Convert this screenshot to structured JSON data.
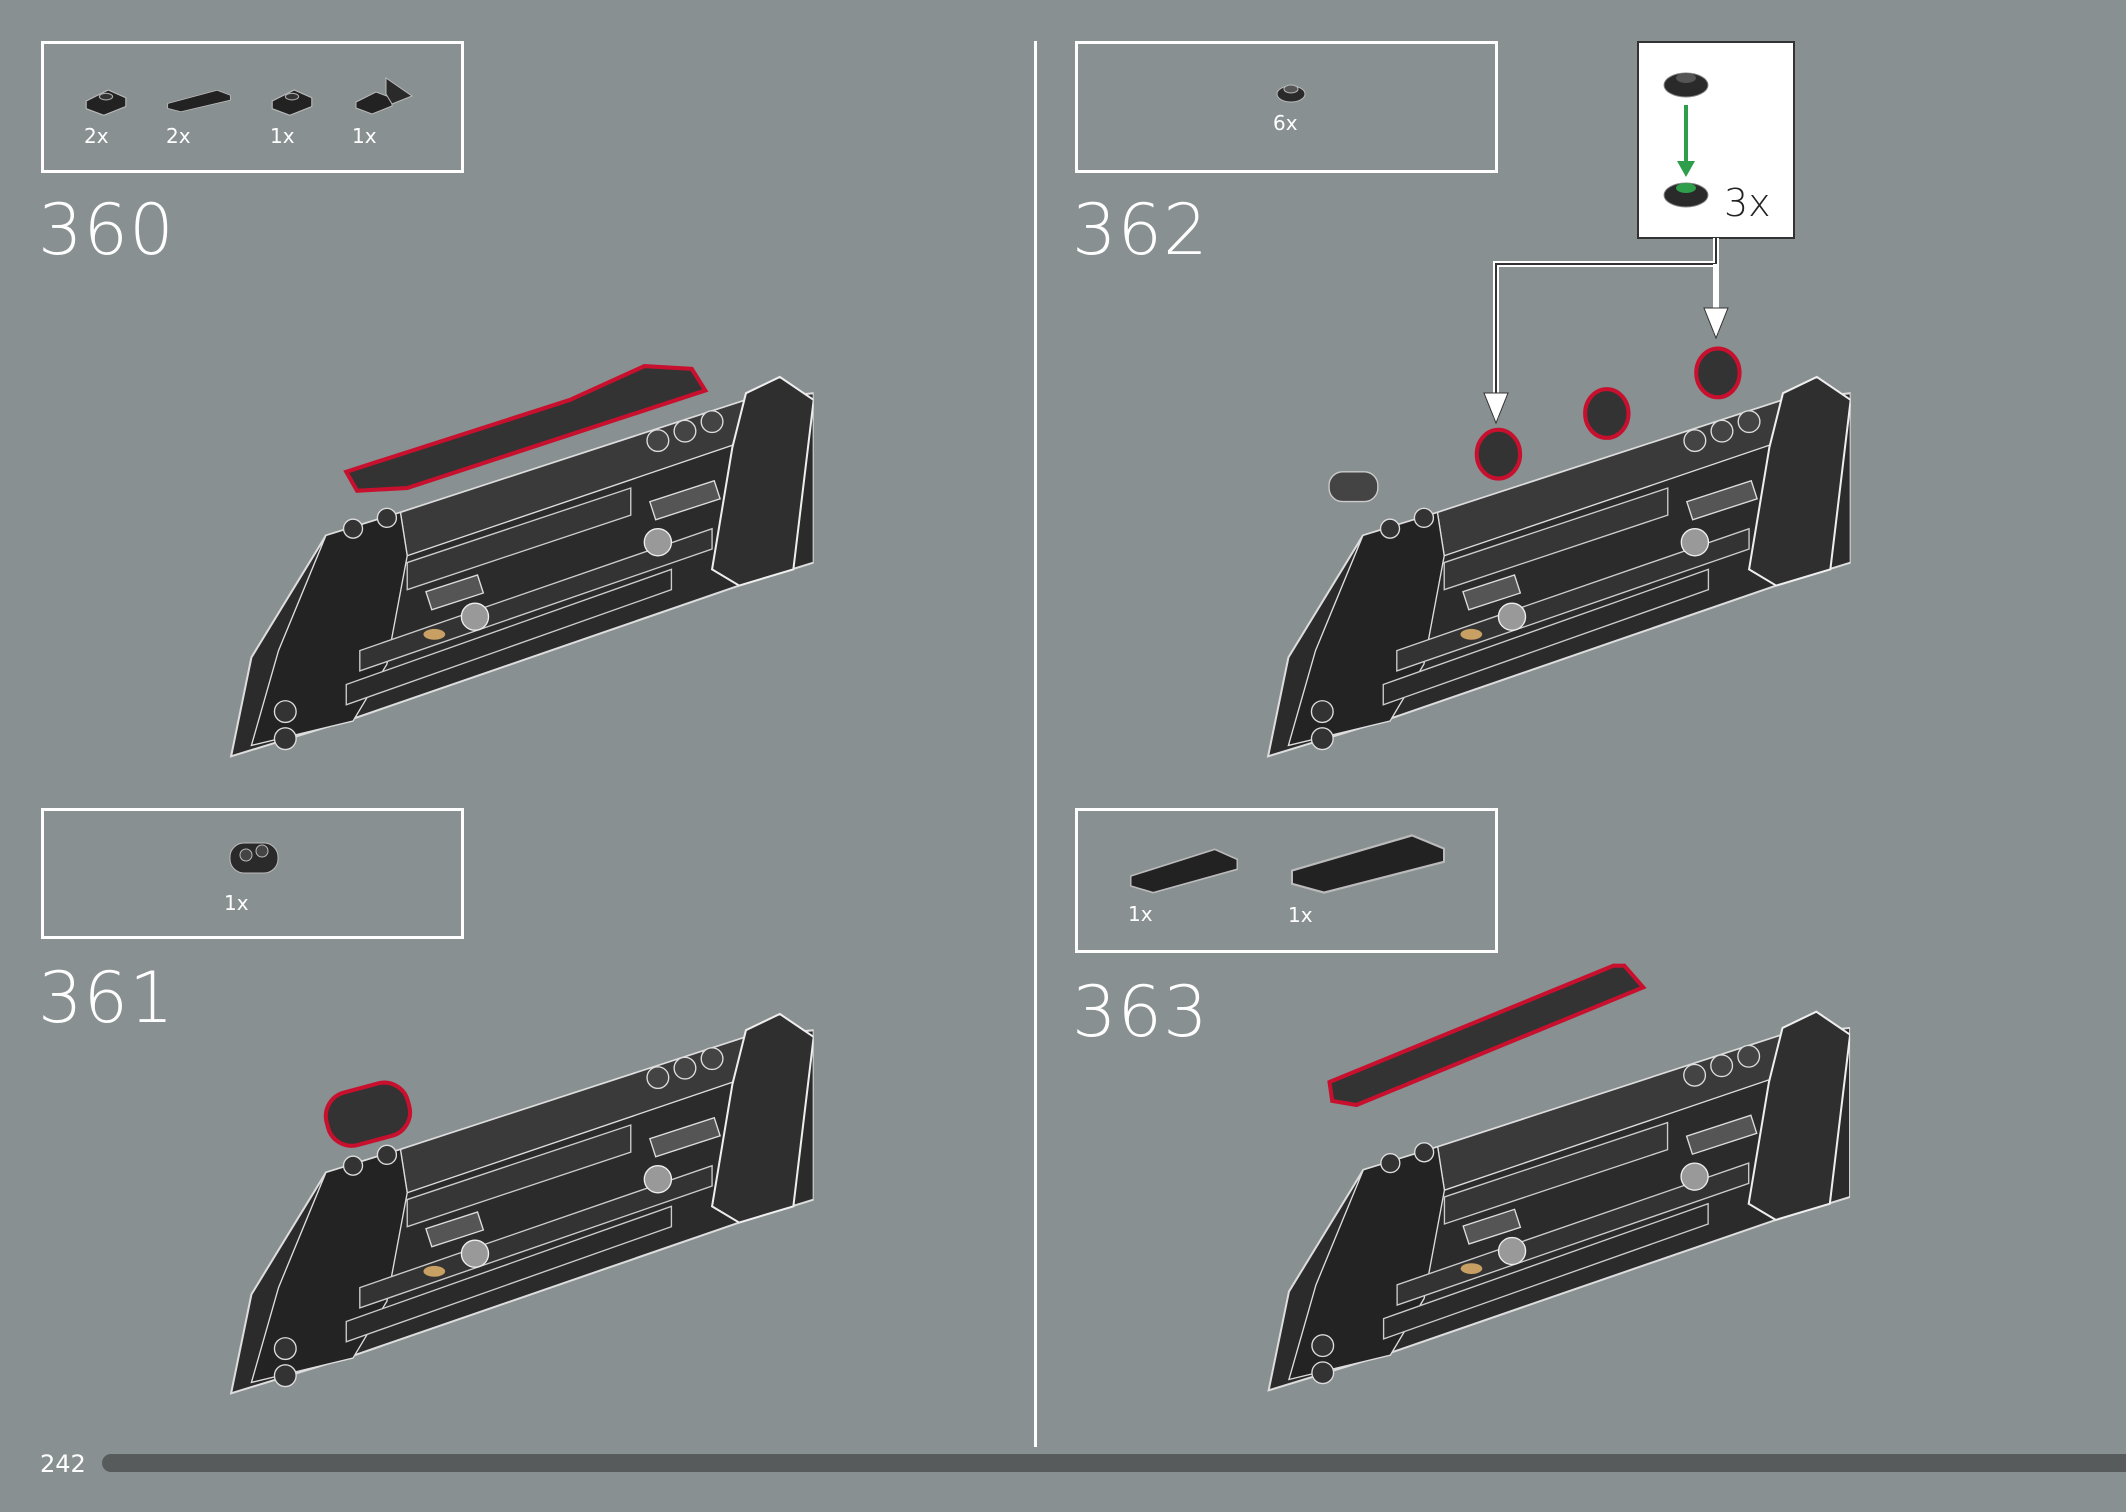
{
  "page": {
    "number": "242",
    "progress_percent": 100
  },
  "colors": {
    "background": "#899091",
    "highlight": "#c8102e",
    "arrow": "#2e9e4a",
    "progress_bar": "#585b5c"
  },
  "steps": [
    {
      "number": "360",
      "parts": [
        {
          "qty": "2x",
          "icon": "plate-1x1-stud"
        },
        {
          "qty": "2x",
          "icon": "tile-1x2"
        },
        {
          "qty": "1x",
          "icon": "tile-1x1"
        },
        {
          "qty": "1x",
          "icon": "bracket-plate"
        }
      ]
    },
    {
      "number": "361",
      "parts": [
        {
          "qty": "1x",
          "icon": "plate-1x2-round"
        }
      ]
    },
    {
      "number": "362",
      "parts": [
        {
          "qty": "6x",
          "icon": "round-plate-1x1"
        }
      ],
      "callout": {
        "qty": "3x"
      }
    },
    {
      "number": "363",
      "parts": [
        {
          "qty": "1x",
          "icon": "tile-1x4"
        },
        {
          "qty": "1x",
          "icon": "tile-1x6"
        }
      ]
    }
  ]
}
